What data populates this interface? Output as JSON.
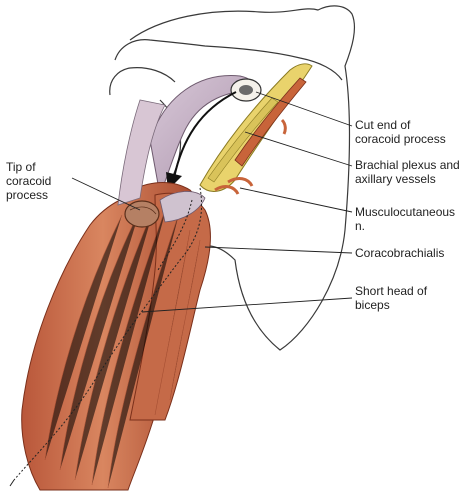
{
  "labels": {
    "tip_of_coracoid": "Tip of\ncoracoid\nprocess",
    "cut_end": "Cut end of\ncoracoid process",
    "brachial_plexus": "Brachial plexus and\naxillary vessels",
    "musculocutaneous": "Musculocutaneous n.",
    "coracobrachialis": "Coracobrachialis",
    "short_head": "Short head of\nbiceps"
  },
  "colors": {
    "muscle": "#c96a4a",
    "muscle_dark": "#8e3a22",
    "muscle_light": "#e3a07e",
    "tendon": "#cfc0cf",
    "bone_outline": "#3a3a3a",
    "nerve": "#e9d36c",
    "artery": "#c8643a",
    "leader": "#222222"
  }
}
